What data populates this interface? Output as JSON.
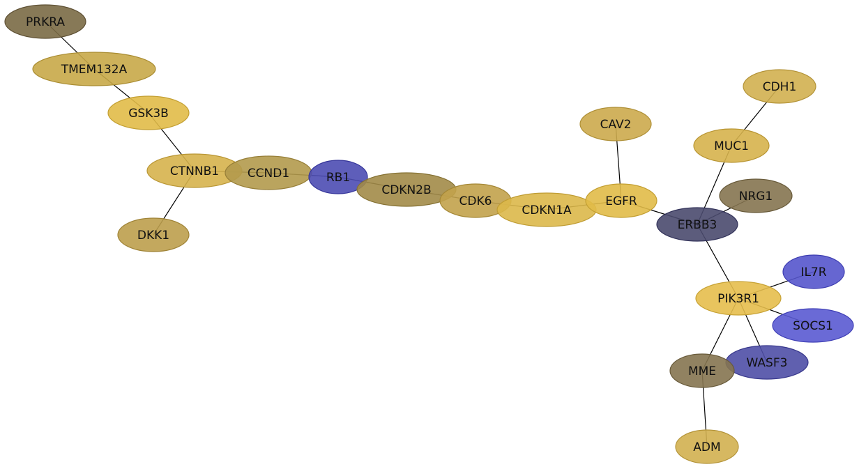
{
  "nodes": [
    {
      "id": "PRKRA",
      "label": "PRKRA",
      "fill": "#7a6a45",
      "stroke": "#5e5034"
    },
    {
      "id": "TMEM132A",
      "label": "TMEM132A",
      "fill": "#c8a948",
      "stroke": "#a98c31"
    },
    {
      "id": "GSK3B",
      "label": "GSK3B",
      "fill": "#e1bb48",
      "stroke": "#c39f32"
    },
    {
      "id": "CTNNB1",
      "label": "CTNNB1",
      "fill": "#d6b34c",
      "stroke": "#b99634"
    },
    {
      "id": "DKK1",
      "label": "DKK1",
      "fill": "#bc9e4c",
      "stroke": "#9f8336"
    },
    {
      "id": "CCND1",
      "label": "CCND1",
      "fill": "#b39a4d",
      "stroke": "#967e37"
    },
    {
      "id": "RB1",
      "label": "RB1",
      "fill": "#4d4db3",
      "stroke": "#36369a"
    },
    {
      "id": "CDKN2B",
      "label": "CDKN2B",
      "fill": "#a28b48",
      "stroke": "#857133"
    },
    {
      "id": "CDK6",
      "label": "CDK6",
      "fill": "#c2a24b",
      "stroke": "#a48735"
    },
    {
      "id": "CDKN1A",
      "label": "CDKN1A",
      "fill": "#dcb84a",
      "stroke": "#bf9c33"
    },
    {
      "id": "EGFR",
      "label": "EGFR",
      "fill": "#e1bb48",
      "stroke": "#c39f32"
    },
    {
      "id": "CAV2",
      "label": "CAV2",
      "fill": "#ccaa4d",
      "stroke": "#ae8f36"
    },
    {
      "id": "ERBB3",
      "label": "ERBB3",
      "fill": "#4a4a6e",
      "stroke": "#33335a"
    },
    {
      "id": "MUC1",
      "label": "MUC1",
      "fill": "#d6b34c",
      "stroke": "#b99634"
    },
    {
      "id": "CDH1",
      "label": "CDH1",
      "fill": "#d1b050",
      "stroke": "#b39338"
    },
    {
      "id": "NRG1",
      "label": "NRG1",
      "fill": "#857450",
      "stroke": "#685a3a"
    },
    {
      "id": "PIK3R1",
      "label": "PIK3R1",
      "fill": "#e5be4c",
      "stroke": "#c7a235"
    },
    {
      "id": "IL7R",
      "label": "IL7R",
      "fill": "#5555cc",
      "stroke": "#3c3cb0"
    },
    {
      "id": "SOCS1",
      "label": "SOCS1",
      "fill": "#5a5ad2",
      "stroke": "#4040b6"
    },
    {
      "id": "WASF3",
      "label": "WASF3",
      "fill": "#4f4fa6",
      "stroke": "#38388c"
    },
    {
      "id": "MME",
      "label": "MME",
      "fill": "#857450",
      "stroke": "#685a3a"
    },
    {
      "id": "ADM",
      "label": "ADM",
      "fill": "#d1b050",
      "stroke": "#b39338"
    }
  ],
  "edges": [
    [
      "PRKRA",
      "TMEM132A"
    ],
    [
      "TMEM132A",
      "GSK3B"
    ],
    [
      "GSK3B",
      "CTNNB1"
    ],
    [
      "CTNNB1",
      "DKK1"
    ],
    [
      "CTNNB1",
      "CCND1"
    ],
    [
      "CCND1",
      "RB1"
    ],
    [
      "RB1",
      "CDKN2B"
    ],
    [
      "CDKN2B",
      "CDK6"
    ],
    [
      "CDK6",
      "CDKN1A"
    ],
    [
      "CDKN1A",
      "EGFR"
    ],
    [
      "EGFR",
      "CAV2"
    ],
    [
      "EGFR",
      "ERBB3"
    ],
    [
      "ERBB3",
      "MUC1"
    ],
    [
      "MUC1",
      "CDH1"
    ],
    [
      "ERBB3",
      "NRG1"
    ],
    [
      "ERBB3",
      "PIK3R1"
    ],
    [
      "PIK3R1",
      "IL7R"
    ],
    [
      "PIK3R1",
      "SOCS1"
    ],
    [
      "PIK3R1",
      "WASF3"
    ],
    [
      "PIK3R1",
      "MME"
    ],
    [
      "MME",
      "ADM"
    ]
  ]
}
